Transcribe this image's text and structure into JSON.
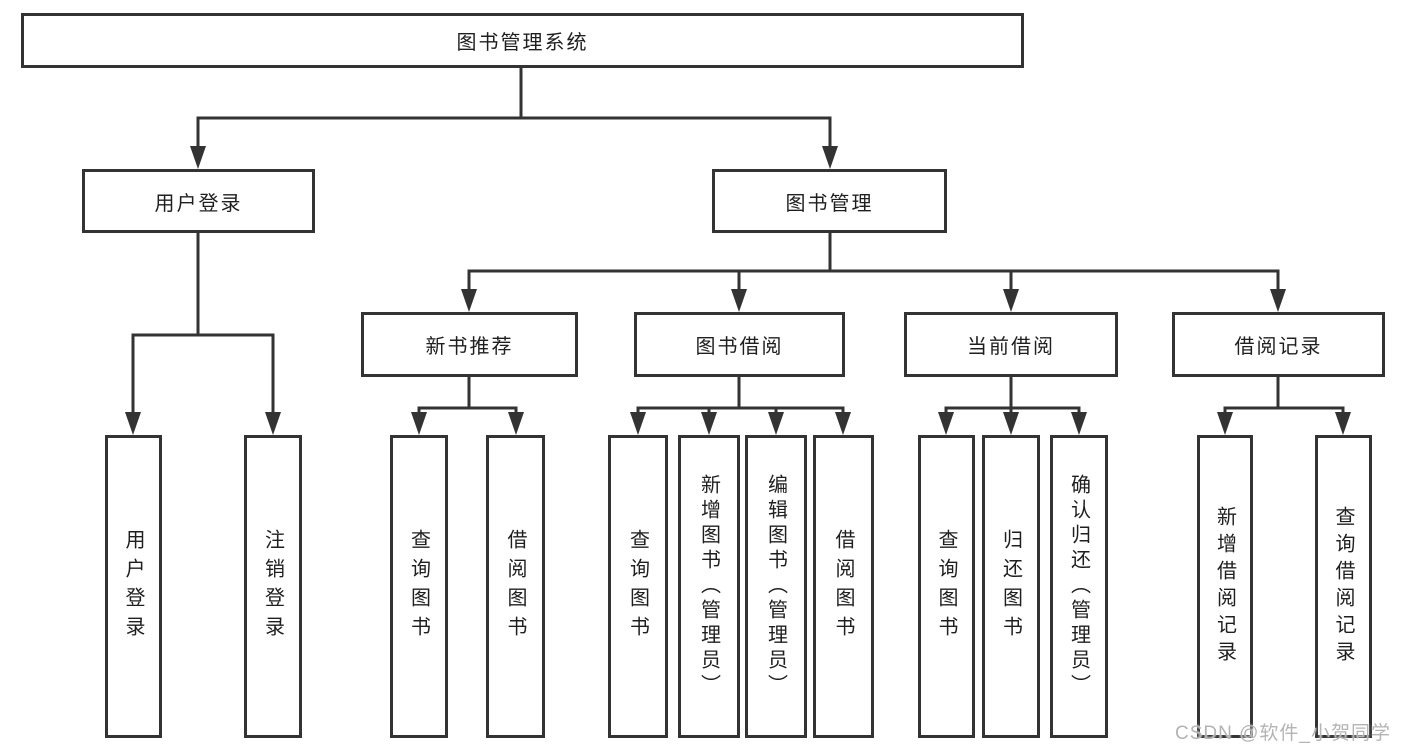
{
  "diagram": {
    "root": {
      "label": "图书管理系统"
    },
    "branches": {
      "user_login": {
        "label": "用户登录",
        "children": [
          "用户登录",
          "注销登录"
        ]
      },
      "book_management": {
        "label": "图书管理",
        "sections": [
          {
            "label": "新书推荐",
            "children": [
              "查询图书",
              "借阅图书"
            ]
          },
          {
            "label": "图书借阅",
            "children": [
              "查询图书",
              "新增图书（管理员）",
              "编辑图书（管理员）",
              "借阅图书"
            ]
          },
          {
            "label": "当前借阅",
            "children": [
              "查询图书",
              "归还图书",
              "确认归还（管理员）"
            ]
          },
          {
            "label": "借阅记录",
            "children": [
              "新增借阅记录",
              "查询借阅记录"
            ]
          }
        ]
      }
    }
  },
  "watermark": "CSDN @软件_小贺同学",
  "colors": {
    "line": "#333333",
    "box_border": "#333333",
    "box_fill": "#ffffff",
    "text": "#1f1f1f",
    "watermark": "#b4b4b4",
    "background": "#ffffff"
  }
}
